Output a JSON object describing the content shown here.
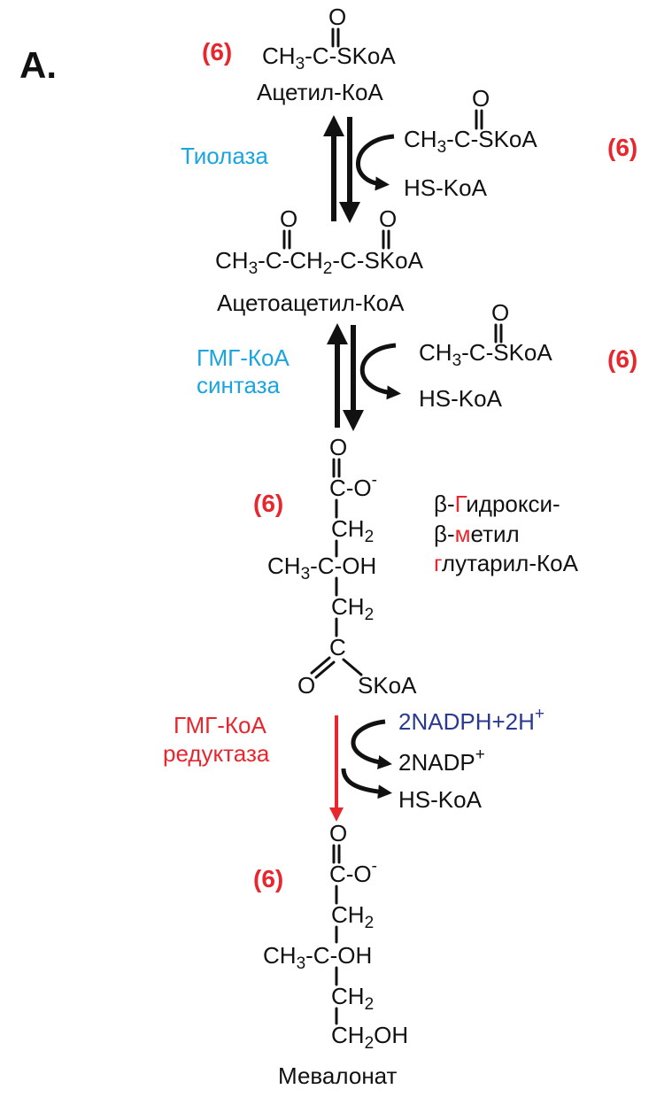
{
  "panel_label": "A.",
  "colors": {
    "red": "#e8262d",
    "blue": "#1aa4e0",
    "navy": "#2b3990",
    "black": "#111111"
  },
  "stoich": "(6)",
  "acetyl": {
    "formula_ch": "CH",
    "sub3": "3",
    "formula_rest": "-C-SKoA",
    "o": "O",
    "name": "Ацетил-КоА"
  },
  "step1": {
    "enzyme": "Тиолаза",
    "reagent_ch": "CH",
    "reagent_sub": "3",
    "reagent_rest": "-C-SKoA",
    "reagent_o": "O",
    "product": "HS-KoA"
  },
  "acetoacetyl": {
    "p1": "CH",
    "s1": "3",
    "p2": "-C-CH",
    "s2": "2",
    "p3": "-C-SKoA",
    "o": "O",
    "name": "Ацетоацетил-КоА"
  },
  "step2": {
    "enzyme_line1": "ГМГ-КоА",
    "enzyme_line2": "синтаза",
    "reagent_ch": "CH",
    "reagent_sub": "3",
    "reagent_rest": "-C-SKoA",
    "reagent_o": "O",
    "product": "HS-KoA"
  },
  "hmg": {
    "o_top": "O",
    "carboxyl": "C-O",
    "minus": "-",
    "ch2": "CH",
    "sub2": "2",
    "mid_ch": "CH",
    "mid_sub": "3",
    "mid_rest": "-C-OH",
    "c": "C",
    "o_bottom": "O",
    "skoa": "SKoA",
    "name_l1_a": "β-",
    "name_l1_b": "Г",
    "name_l1_c": "идрокси-",
    "name_l2_a": "β-",
    "name_l2_b": "м",
    "name_l2_c": "етил",
    "name_l3_a": "г",
    "name_l3_b": "лутарил-КоА"
  },
  "step3": {
    "enzyme_line1": "ГМГ-КоА",
    "enzyme_line2": "редуктаза",
    "reagent": "2NADPH+2H",
    "reagent_sup": "+",
    "product1": "2NADP",
    "product1_sup": "+",
    "product2": "HS-KoA"
  },
  "mevalonate": {
    "o_top": "O",
    "carboxyl": "C-O",
    "minus": "-",
    "ch2": "CH",
    "sub2": "2",
    "mid_ch": "CH",
    "mid_sub": "3",
    "mid_rest": "-C-OH",
    "ch2oh_ch": "CH",
    "ch2oh_sub": "2",
    "ch2oh_oh": "OH",
    "name": "Мевалонат"
  }
}
